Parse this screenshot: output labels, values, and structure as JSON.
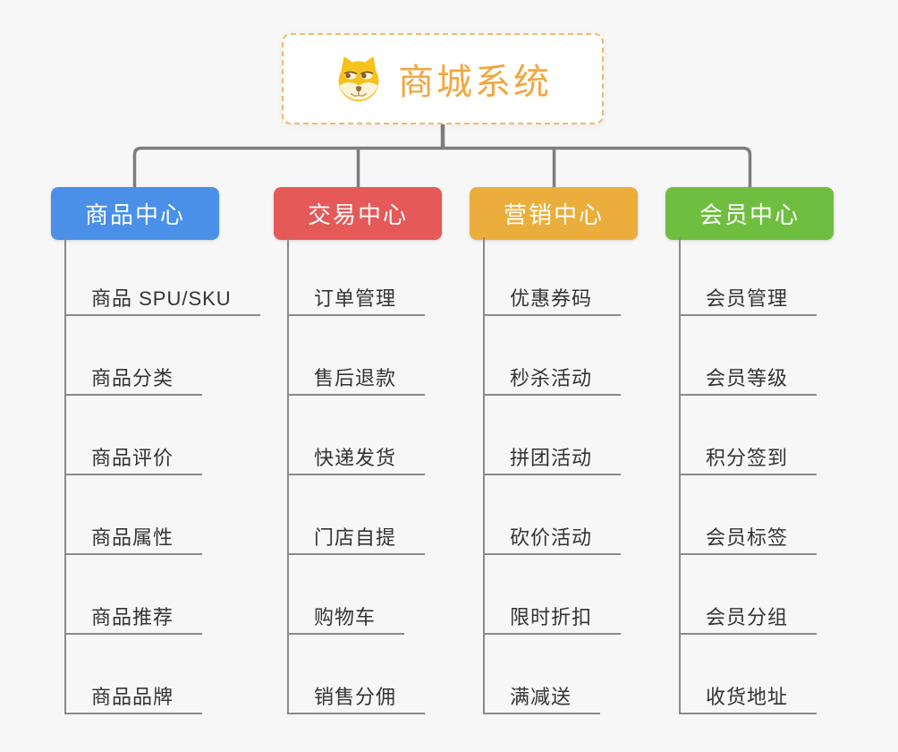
{
  "canvas": {
    "background": "#f7f7f7"
  },
  "root": {
    "title": "商城系统",
    "icon": "doge-face-icon",
    "text_color": "#f1a73e",
    "border_color": "#f3b76b",
    "fill": "#ffffff"
  },
  "connectors": {
    "tree_color": "#7d7d7d",
    "child_line_color": "#8a8a8a"
  },
  "child_text_color": "#333333",
  "branches": [
    {
      "id": "product-center",
      "label": "商品中心",
      "color": "#4a90e8",
      "children": [
        "商品 SPU/SKU",
        "商品分类",
        "商品评价",
        "商品属性",
        "商品推荐",
        "商品品牌"
      ]
    },
    {
      "id": "trade-center",
      "label": "交易中心",
      "color": "#e55959",
      "children": [
        "订单管理",
        "售后退款",
        "快递发货",
        "门店自提",
        "购物车",
        "销售分佣"
      ]
    },
    {
      "id": "marketing-center",
      "label": "营销中心",
      "color": "#ebae3c",
      "children": [
        "优惠券码",
        "秒杀活动",
        "拼团活动",
        "砍价活动",
        "限时折扣",
        "满减送"
      ]
    },
    {
      "id": "member-center",
      "label": "会员中心",
      "color": "#6fbe40",
      "children": [
        "会员管理",
        "会员等级",
        "积分签到",
        "会员标签",
        "会员分组",
        "收货地址"
      ]
    }
  ]
}
